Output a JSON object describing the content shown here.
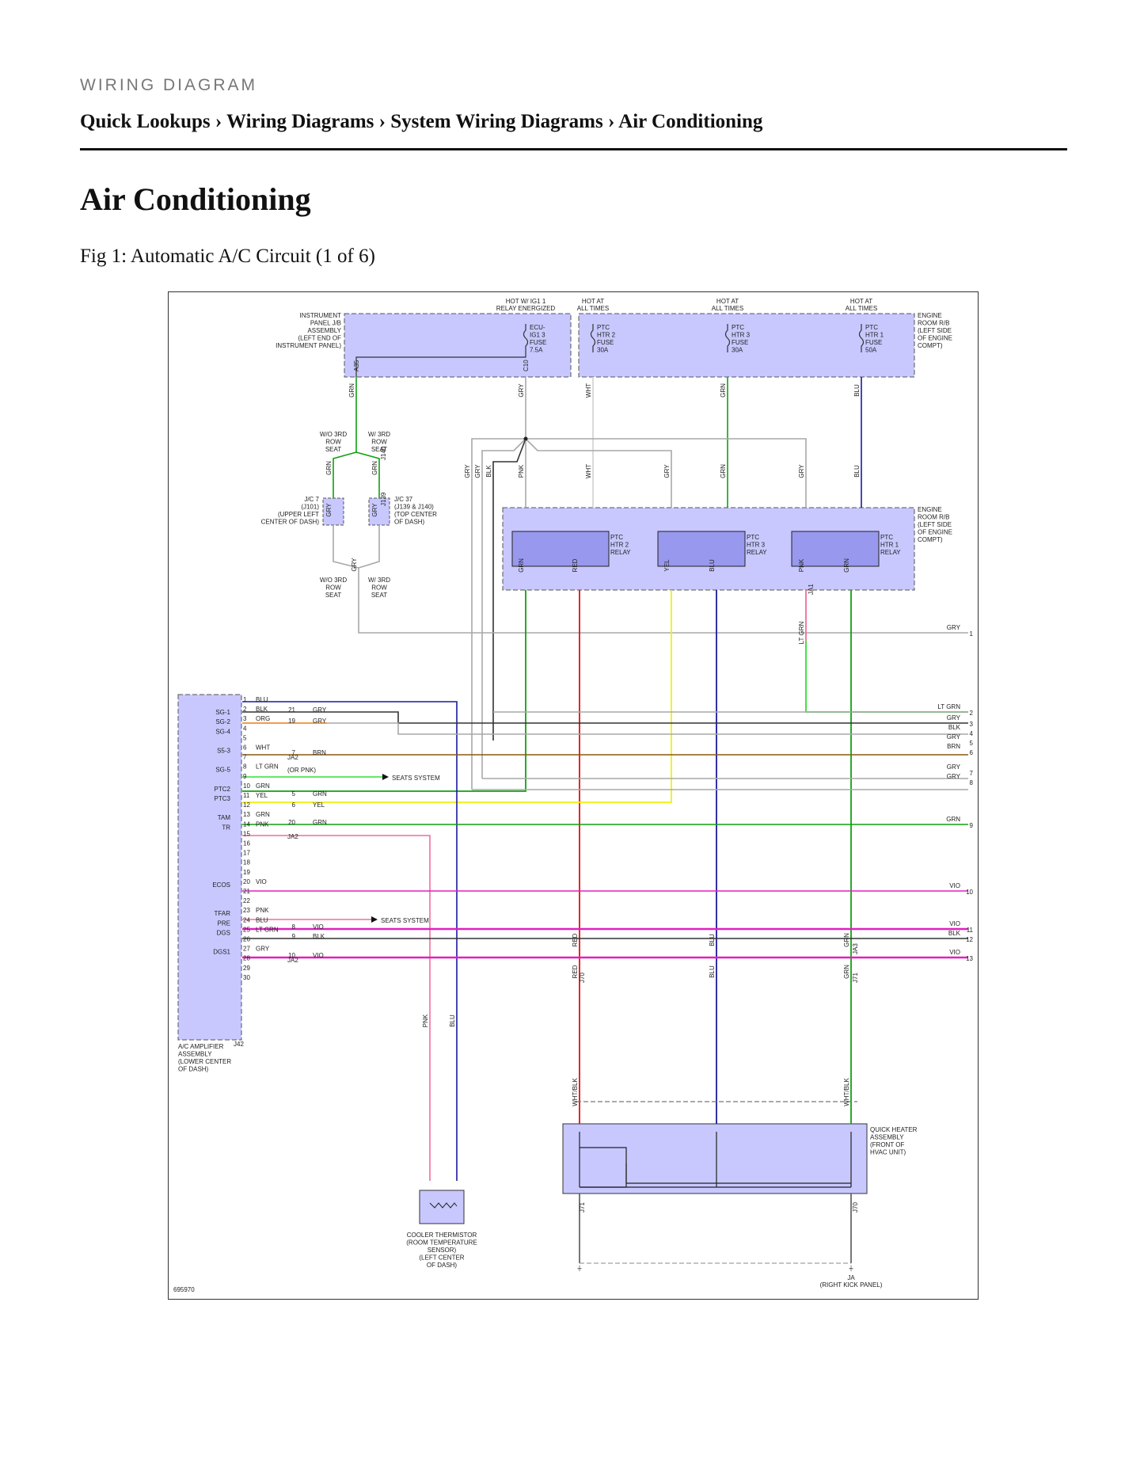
{
  "header": {
    "kicker": "WIRING DIAGRAM",
    "breadcrumb": "Quick Lookups › Wiring Diagrams › System Wiring Diagrams › Air Conditioning",
    "title": "Air Conditioning",
    "caption": "Fig 1: Automatic A/C Circuit (1 of 6)"
  },
  "diagram": {
    "id": "695970",
    "colors": {
      "box": "#c8c8ff",
      "relay": "#9898ee",
      "GRN": "#10a010",
      "GRY": "#a8a8a8",
      "WHT": "#d0d0d0",
      "BLU": "#1a1aa0",
      "RED": "#e01010",
      "YEL": "#f0f010",
      "PNK": "#ee6e9e",
      "LTGRN": "#30e030",
      "ORG": "#ee7a10",
      "BRN": "#8a5a10",
      "VIO": "#e020c0",
      "BLK": "#333333"
    },
    "hot": [
      {
        "line1": "HOT W/ IG1 1",
        "line2": "RELAY ENERGIZED"
      },
      {
        "line1": "HOT AT",
        "line2": "ALL TIMES"
      },
      {
        "line1": "HOT AT",
        "line2": "ALL TIMES"
      },
      {
        "line1": "HOT AT",
        "line2": "ALL TIMES"
      }
    ],
    "ipjb": [
      "INSTRUMENT",
      "PANEL J/B",
      "ASSEMBLY",
      "(LEFT END OF",
      "INSTRUMENT PANEL)"
    ],
    "erbox": [
      "ENGINE",
      "ROOM R/B",
      "(LEFT SIDE",
      "OF ENGINE",
      "COMPT)"
    ],
    "erbox2": [
      "ENGINE",
      "ROOM R/B",
      "(LEFT SIDE",
      "OF ENGINE",
      "COMPT)"
    ],
    "fuses": [
      [
        "ECU-",
        "IG1 3",
        "FUSE",
        "7.5A"
      ],
      [
        "PTC",
        "HTR 2",
        "FUSE",
        "30A"
      ],
      [
        "PTC",
        "HTR 3",
        "FUSE",
        "30A"
      ],
      [
        "PTC",
        "HTR 1",
        "FUSE",
        "50A"
      ]
    ],
    "relays": [
      [
        "PTC",
        "HTR 2",
        "RELAY"
      ],
      [
        "PTC",
        "HTR 3",
        "RELAY"
      ],
      [
        "PTC",
        "HTR 1",
        "RELAY"
      ]
    ],
    "jc7": [
      "J/C 7",
      "(J101)",
      "(UPPER LEFT",
      "CENTER OF DASH)"
    ],
    "jc37": [
      "J/C 37",
      "(J139 & J140)",
      "(TOP CENTER",
      "OF DASH)"
    ],
    "wo3rd": [
      "W/O 3RD",
      "ROW",
      "SEAT"
    ],
    "w3rd": [
      "W/ 3RD",
      "ROW",
      "SEAT"
    ],
    "amp": [
      "A/C AMPLIFIER",
      "ASSEMBLY",
      "(LOWER CENTER",
      "OF DASH)"
    ],
    "thermistor": [
      "COOLER THERMISTOR",
      "(ROOM TEMPERATURE",
      "SENSOR)",
      "(LEFT CENTER",
      "OF DASH)"
    ],
    "heater": [
      "QUICK HEATER",
      "ASSEMBLY",
      "(FRONT OF",
      "HVAC UNIT)"
    ],
    "ground": [
      "JA",
      "(RIGHT KICK PANEL)"
    ],
    "seats": "SEATS SYSTEM",
    "orpnk": "(OR PNK)",
    "amppins": [
      {
        "n": "1",
        "sig": "",
        "wire": "BLU"
      },
      {
        "n": "2",
        "sig": "SG-1",
        "wire": "BLK"
      },
      {
        "n": "3",
        "sig": "SG-2",
        "wire": "ORG"
      },
      {
        "n": "4",
        "sig": "SG-4",
        "wire": ""
      },
      {
        "n": "5",
        "sig": "",
        "wire": ""
      },
      {
        "n": "6",
        "sig": "S5-3",
        "wire": "WHT"
      },
      {
        "n": "7",
        "sig": "",
        "wire": ""
      },
      {
        "n": "8",
        "sig": "SG-5",
        "wire": "LT GRN"
      },
      {
        "n": "9",
        "sig": "",
        "wire": ""
      },
      {
        "n": "10",
        "sig": "PTC2",
        "wire": "GRN"
      },
      {
        "n": "11",
        "sig": "PTC3",
        "wire": "YEL"
      },
      {
        "n": "12",
        "sig": "",
        "wire": ""
      },
      {
        "n": "13",
        "sig": "TAM",
        "wire": "GRN"
      },
      {
        "n": "14",
        "sig": "TR",
        "wire": "PNK"
      },
      {
        "n": "15",
        "sig": "",
        "wire": ""
      },
      {
        "n": "16",
        "sig": "",
        "wire": ""
      },
      {
        "n": "17",
        "sig": "",
        "wire": ""
      },
      {
        "n": "18",
        "sig": "",
        "wire": ""
      },
      {
        "n": "19",
        "sig": "",
        "wire": ""
      },
      {
        "n": "20",
        "sig": "ECOS",
        "wire": "VIO"
      },
      {
        "n": "21",
        "sig": "",
        "wire": ""
      },
      {
        "n": "22",
        "sig": "",
        "wire": ""
      },
      {
        "n": "23",
        "sig": "TFAR",
        "wire": "PNK"
      },
      {
        "n": "24",
        "sig": "PRE",
        "wire": "BLU"
      },
      {
        "n": "25",
        "sig": "DGS",
        "wire": "LT GRN"
      },
      {
        "n": "26",
        "sig": "",
        "wire": ""
      },
      {
        "n": "27",
        "sig": "DGS1",
        "wire": "GRY"
      },
      {
        "n": "28",
        "sig": "",
        "wire": ""
      },
      {
        "n": "29",
        "sig": "",
        "wire": ""
      },
      {
        "n": "30",
        "sig": "",
        "wire": ""
      }
    ],
    "rightrefs": [
      {
        "wire": "GRY",
        "num": "1"
      },
      {
        "wire": "LT GRN",
        "num": "2"
      },
      {
        "wire": "GRY",
        "num": "3"
      },
      {
        "wire": "BLK",
        "num": "4"
      },
      {
        "wire": "GRY",
        "num": "5"
      },
      {
        "wire": "BRN",
        "num": "6"
      },
      {
        "wire": "GRY",
        "num": "7"
      },
      {
        "wire": "GRY",
        "num": "8"
      },
      {
        "wire": "GRN",
        "num": "9"
      },
      {
        "wire": "VIO",
        "num": "10"
      },
      {
        "wire": "VIO",
        "num": "11"
      },
      {
        "wire": "BLK",
        "num": "12"
      },
      {
        "wire": "VIO",
        "num": "13"
      }
    ],
    "midlabels": [
      {
        "pin": "21",
        "wire": "GRY"
      },
      {
        "pin": "19",
        "wire": "GRY"
      },
      {
        "pin": "7",
        "wire": "BRN"
      },
      {
        "pin": "5",
        "wire": "GRN"
      },
      {
        "pin": "6",
        "wire": "YEL"
      },
      {
        "pin": "20",
        "wire": "GRN"
      },
      {
        "pin": "8",
        "wire": "VIO"
      },
      {
        "pin": "9",
        "wire": "BLK"
      },
      {
        "pin": "10",
        "wire": "VIO"
      }
    ],
    "connectors": {
      "a35": "A35",
      "c10": "C10",
      "j140": "J140",
      "j139": "J139",
      "ja1": "JA1",
      "ja2": "JA2",
      "j42": "J42",
      "ja3": "JA3",
      "j70": "J70",
      "j71": "J71"
    }
  }
}
